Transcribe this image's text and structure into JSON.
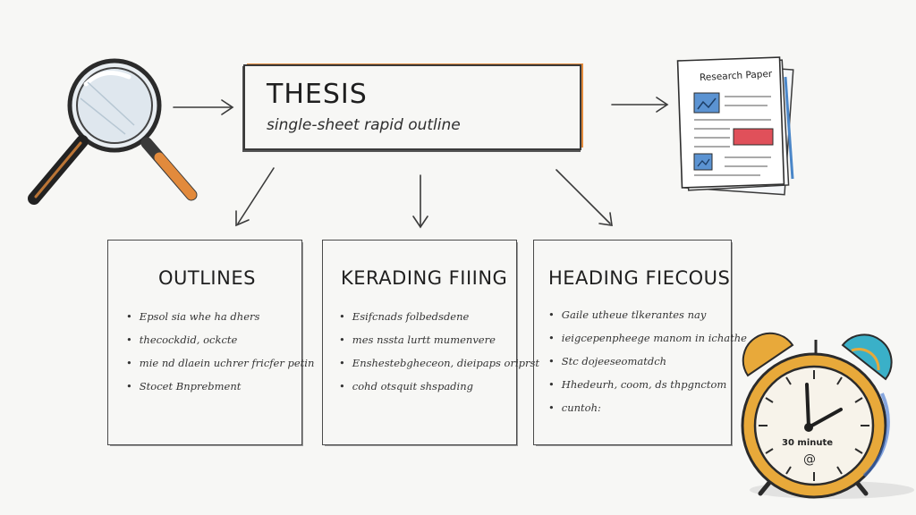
{
  "thesis": {
    "title": "THESIS",
    "subtitle": "single-sheet  rapid outline"
  },
  "paper": {
    "label": "Research Paper",
    "icon": "research-paper-icon"
  },
  "magnifier": {
    "icon": "magnifying-glass-icon"
  },
  "clock": {
    "icon": "alarm-clock-icon",
    "label": "30 minute"
  },
  "cards": [
    {
      "title": "OUTLINES",
      "items": [
        "Epsol sia whe ha dhers",
        "thecockdid, ockcte",
        "mie nd dlaein uchrer fricfer petin",
        "Stocet Bnprebment"
      ]
    },
    {
      "title": "KERADING FIIING",
      "items": [
        "Esifcnads folbedsdene",
        "mes nssta lurtt mumenvere",
        "Enshestebgheceon, dieipaps oriprst",
        "cohd otsquit shspading"
      ]
    },
    {
      "title": "HEADING FIECOUS",
      "items": [
        "Gaile utheue tlkerantes nay",
        "ieigcepenpheege manom in ichathe",
        "Stc dojeeseomatdch",
        "Hhedeurh, coom, ds thpgnctom",
        "cuntoh:"
      ]
    }
  ],
  "colors": {
    "accent_orange": "#e28a3c",
    "paper_blue": "#4a86c8",
    "paper_red": "#e0505a",
    "clock_gold": "#e8a93a",
    "clock_teal": "#3ab0c8"
  }
}
